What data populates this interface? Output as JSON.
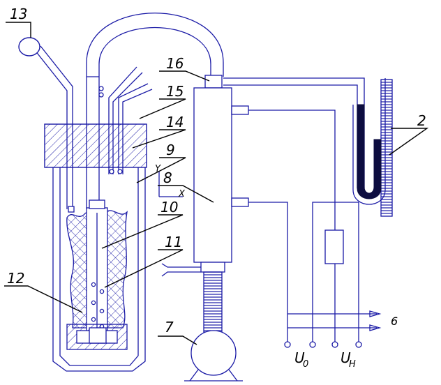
{
  "labels": {
    "l2": "2",
    "l6": "6",
    "l7": "7",
    "l8": "8",
    "l9": "9",
    "l10": "10",
    "l11": "11",
    "l12": "12",
    "l13": "13",
    "l14": "14",
    "l15": "15",
    "l16": "16",
    "axis_y": "Y",
    "axis_x": "X",
    "u0_main": "U",
    "u0_sub": "0",
    "uh_main": "U",
    "uh_sub": "H"
  },
  "colors": {
    "line": "#1a1aa6",
    "ink": "#000000",
    "liquid": "#0d0d40"
  }
}
